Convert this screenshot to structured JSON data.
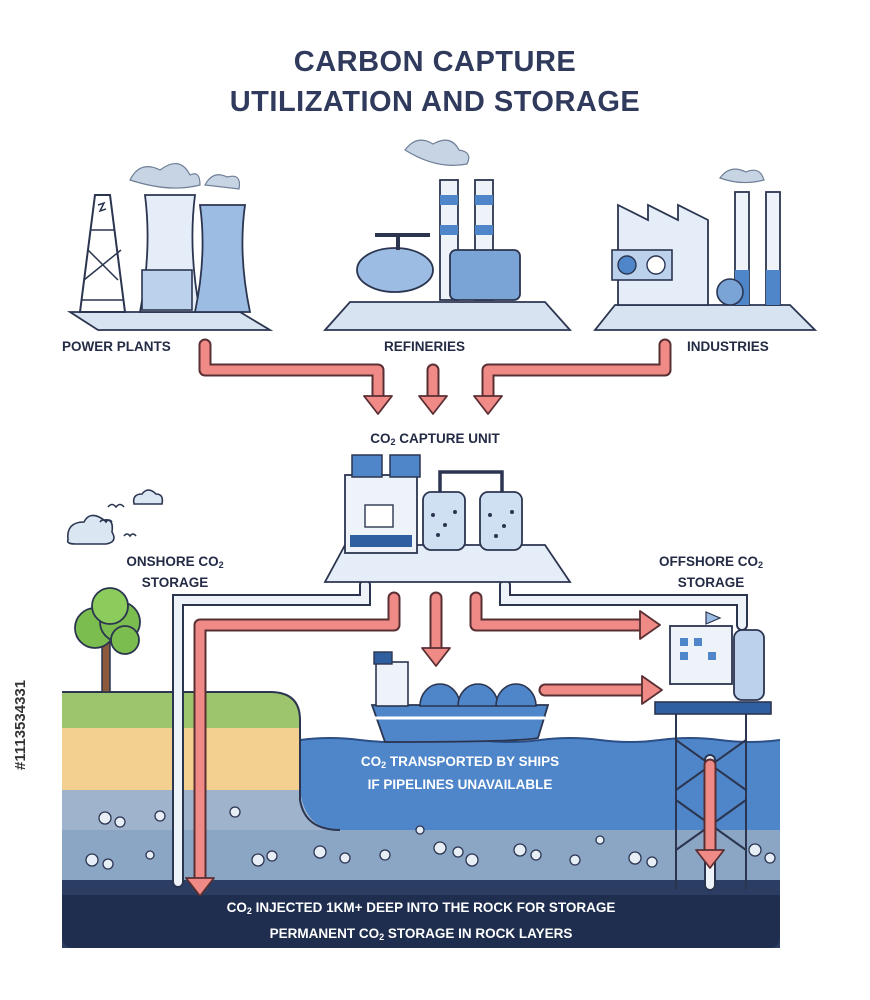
{
  "title": {
    "line1": "CARBON CAPTURE",
    "line2": "UTILIZATION AND STORAGE"
  },
  "sources": [
    {
      "label": "POWER PLANTS"
    },
    {
      "label": "REFINERIES"
    },
    {
      "label": "INDUSTRIES"
    }
  ],
  "capture_unit": {
    "prefix": "CO",
    "sub": "2",
    "suffix": " CAPTURE UNIT"
  },
  "onshore": {
    "line1_prefix": "ONSHORE CO",
    "sub": "2",
    "line2": "STORAGE"
  },
  "offshore": {
    "line1_prefix": "OFFSHORE CO",
    "sub": "2",
    "line2": "STORAGE"
  },
  "ships": {
    "line1_prefix": "CO",
    "sub": "2",
    "line1_suffix": " TRANSPORTED BY SHIPS",
    "line2": "IF PIPELINES UNAVAILABLE"
  },
  "injection": {
    "prefix": "CO",
    "sub": "2",
    "suffix": " INJECTED 1KM+ DEEP INTO THE ROCK FOR STORAGE"
  },
  "permanent": {
    "prefix": "PERMANENT CO",
    "sub": "2",
    "suffix": " STORAGE IN ROCK LAYERS"
  },
  "stock_id": "#1113534331",
  "colors": {
    "title": "#2f3a5c",
    "arrow": "#f08a86",
    "arrow_stroke": "#5a2f33",
    "blue_mid": "#7aa3d6",
    "blue_light": "#cfe0f3",
    "water": "#4f86c9",
    "sediment": "#8ba5c4",
    "deep": "#1f2e4f",
    "grass": "#9cc56e",
    "sand": "#f3d08f"
  }
}
